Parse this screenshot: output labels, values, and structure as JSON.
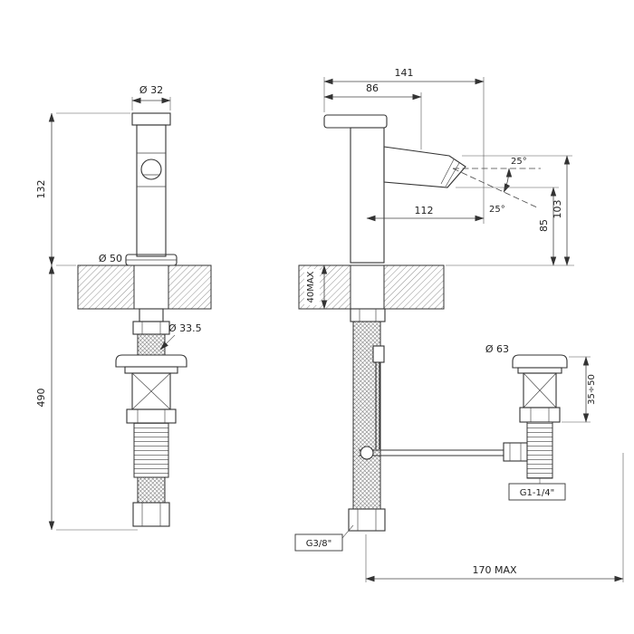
{
  "drawing": {
    "colors": {
      "line": "#333333",
      "dimension": "#444444",
      "background": "#ffffff"
    },
    "views": {
      "front": {
        "dim_top_diameter": "Ø 32",
        "dim_height": "132",
        "dim_base_diameter": "Ø 50",
        "dim_shank_diameter": "Ø 33.5",
        "dim_total_height": "490"
      },
      "side": {
        "dim_overall_width": "141",
        "dim_handle_width": "86",
        "dim_angle_upper": "25°",
        "dim_angle_lower": "25°",
        "dim_spout_reach": "112",
        "dim_spout_height": "103",
        "dim_outlet_height": "85",
        "dim_deck_thickness": "40MAX",
        "dim_drain_flange_diameter": "Ø 63",
        "dim_drain_adjust_range": "35÷50",
        "thread_drain": "G1-1/4\"",
        "thread_supply": "G3/8\"",
        "dim_drain_offset": "170 MAX"
      }
    }
  }
}
